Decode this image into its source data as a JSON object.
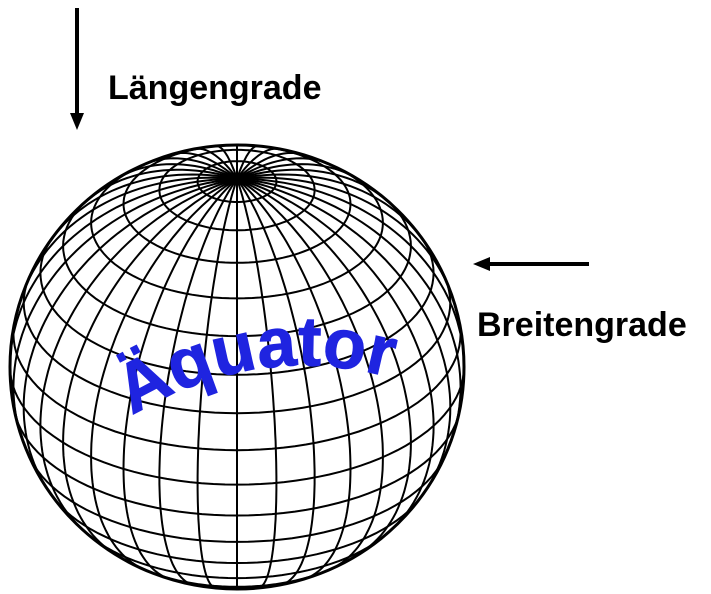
{
  "labels": {
    "longitude": "Längengrade",
    "latitude": "Breitengrade",
    "equator": "Äquator"
  },
  "colors": {
    "lines": "#000000",
    "equator_text": "#1f24e0",
    "background": "#ffffff"
  },
  "globe": {
    "meridian_count": 36,
    "parallel_step_degrees": 10
  }
}
